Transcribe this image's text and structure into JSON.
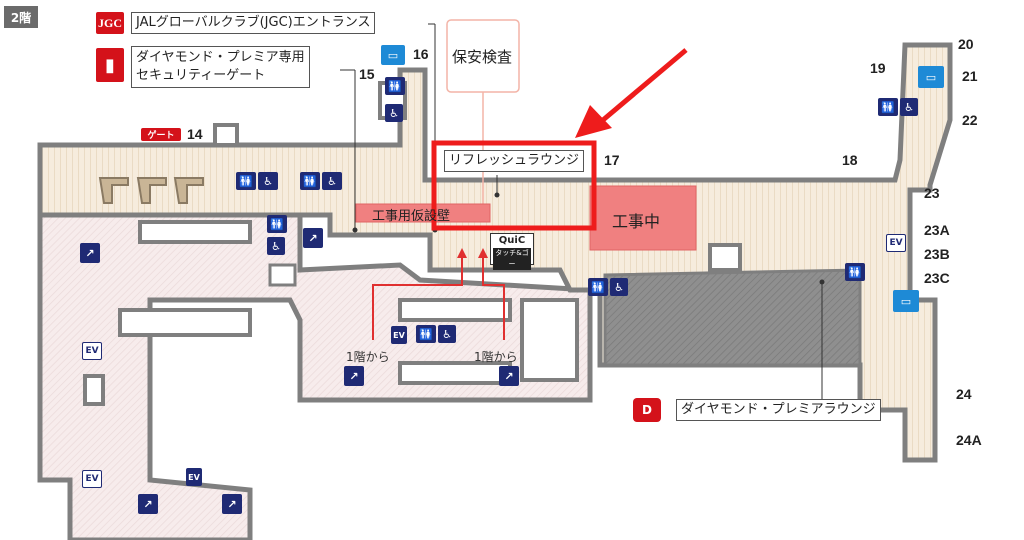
{
  "floor": "2階",
  "callouts": {
    "jgc_logo": "JGC",
    "jgc_entrance": "JALグローバルクラブ(JGC)エントランス",
    "diamond_gate_line1": "ダイヤモンド・プレミア専用",
    "diamond_gate_line2": "セキュリティーゲート",
    "security_check": "保安検査",
    "refresh_lounge": "リフレッシュラウンジ",
    "temp_wall": "工事用仮設壁",
    "under_construction": "工事中",
    "diamond_lounge": "ダイヤモンド・プレミアラウンジ",
    "gate_sign": "ゲート",
    "quic_line1": "QuiC",
    "quic_line2": "タッチ&ゴー",
    "from_1f_left": "1階から",
    "from_1f_right": "1階から"
  },
  "gates": [
    "14",
    "15",
    "16",
    "17",
    "18",
    "19",
    "20",
    "21",
    "22",
    "23",
    "23A",
    "23B",
    "23C",
    "24",
    "24A"
  ],
  "icons": {
    "ev": "EV",
    "restroom": "🚻",
    "accessible": "♿",
    "escalator": "↗",
    "battery": "▭"
  },
  "colors": {
    "highlight_red": "#ee1c1c",
    "construction_fill": "#f08080",
    "floor_beige": "#f6ecdd",
    "wall_gray": "#7f7f7f",
    "icon_navy": "#1f2a74"
  }
}
